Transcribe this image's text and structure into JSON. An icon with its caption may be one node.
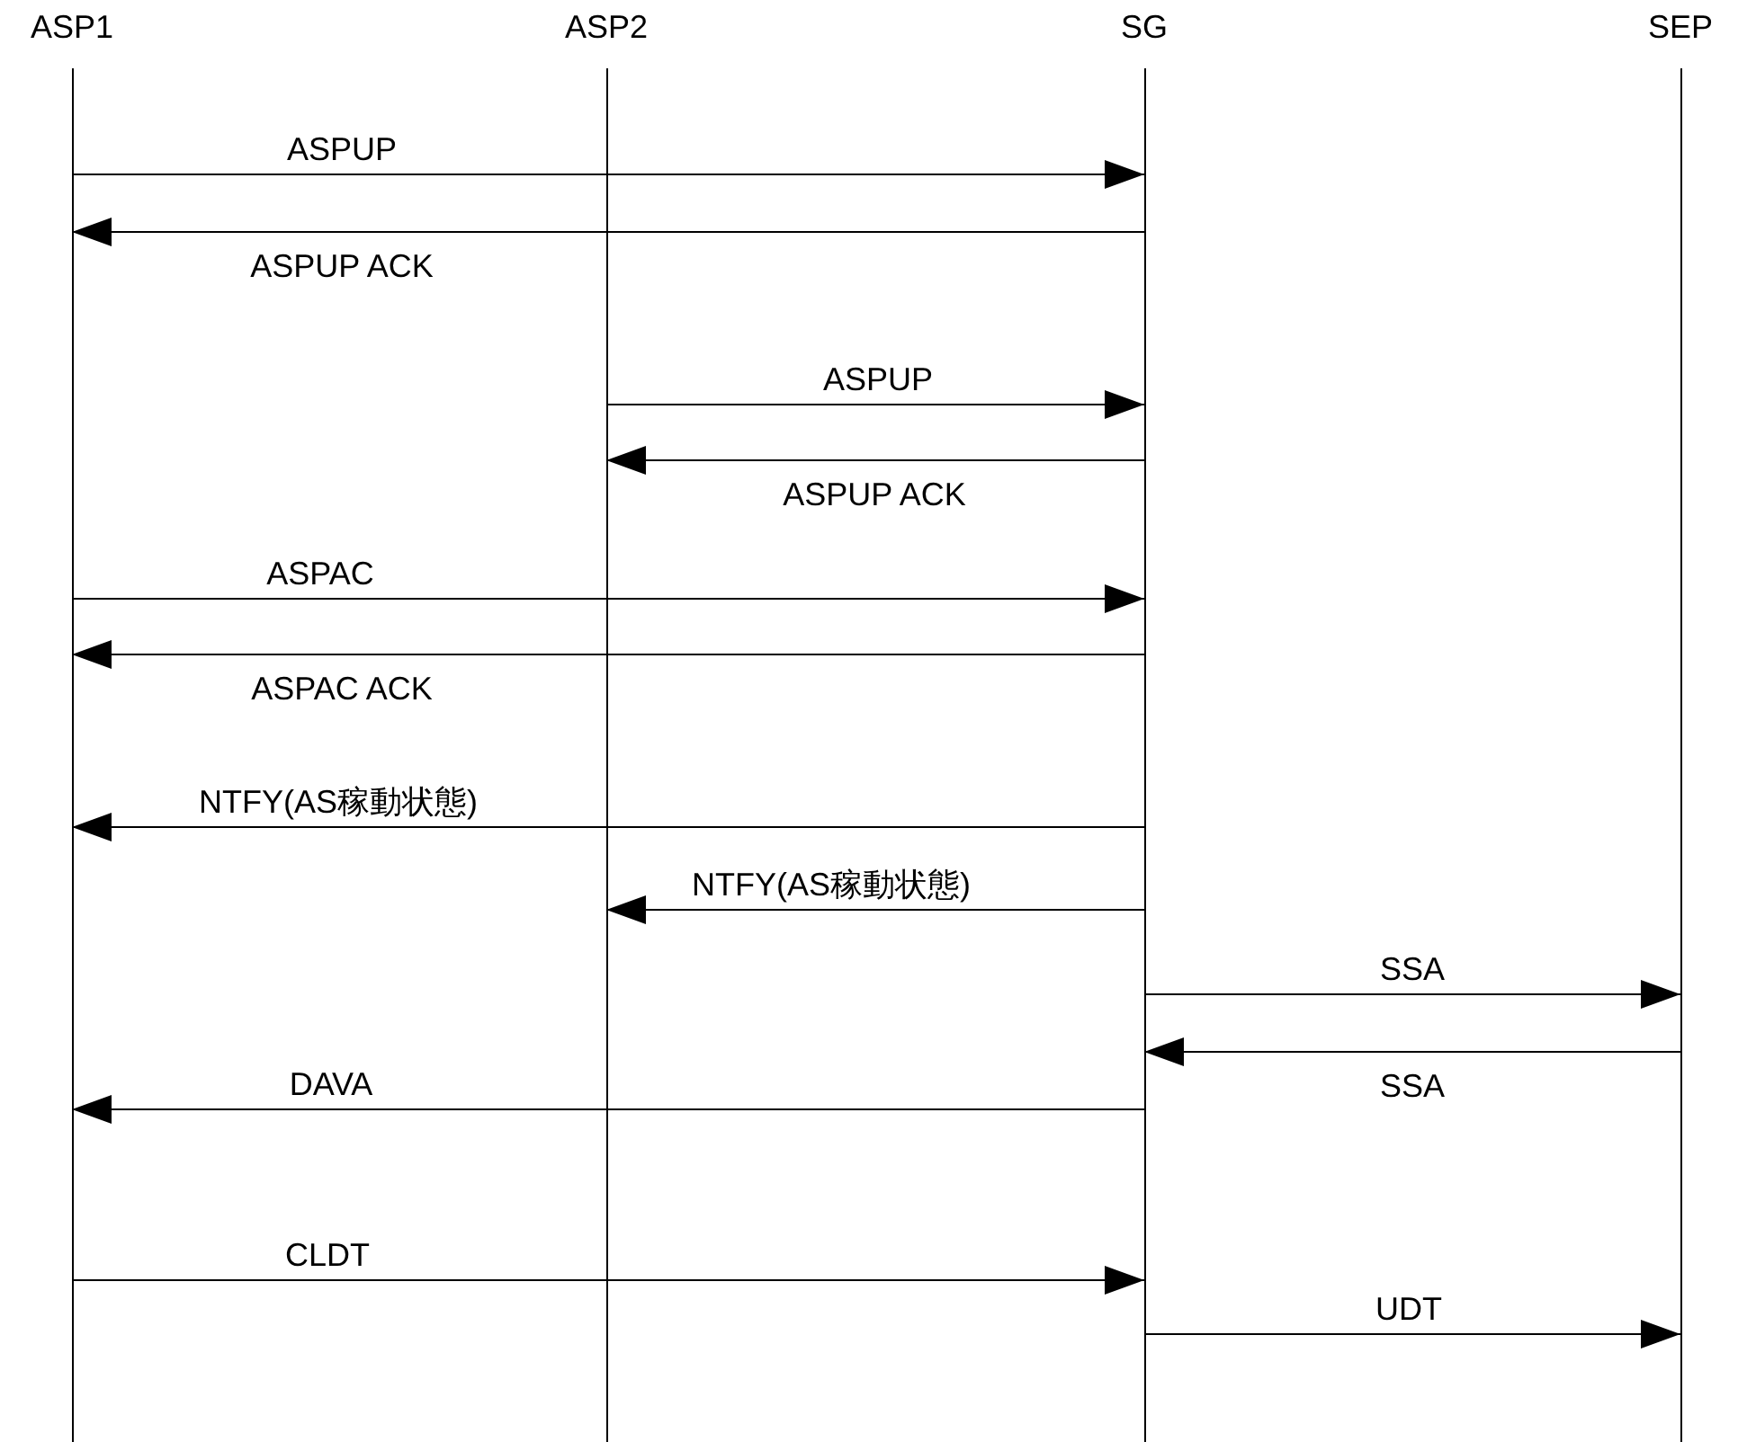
{
  "diagram": {
    "nodes": [
      {
        "text": [
          "ASP1"
        ]
      },
      {
        "text": [
          "ASP2"
        ]
      },
      {
        "text": [
          "SG"
        ]
      },
      {
        "text": [
          "SEP"
        ]
      }
    ],
    "edges": [
      {
        "from": 0,
        "to": 2,
        "arrow": "to",
        "label": "ASPUP"
      },
      {
        "from": 2,
        "to": 0,
        "arrow": "to",
        "label": "ASPUP ACK"
      },
      {
        "from": 1,
        "to": 2,
        "arrow": "to",
        "label": "ASPUP"
      },
      {
        "from": 2,
        "to": 1,
        "arrow": "to",
        "label": "ASPUP ACK"
      },
      {
        "from": 0,
        "to": 2,
        "arrow": "to",
        "label": "ASPAC"
      },
      {
        "from": 2,
        "to": 0,
        "arrow": "to",
        "label": "ASPAC ACK"
      },
      {
        "from": 2,
        "to": 0,
        "arrow": "to",
        "label": "NTFY(AS稼動状態)"
      },
      {
        "from": 2,
        "to": 1,
        "arrow": "to",
        "label": "NTFY(AS稼動状態)"
      },
      {
        "from": 2,
        "to": 3,
        "arrow": "to",
        "label": "SSA"
      },
      {
        "from": 3,
        "to": 2,
        "arrow": "to",
        "label": "SSA"
      },
      {
        "from": 2,
        "to": 0,
        "arrow": "to",
        "label": "DAVA"
      },
      {
        "from": 0,
        "to": 2,
        "arrow": "to",
        "label": "CLDT"
      },
      {
        "from": 2,
        "to": 3,
        "arrow": "to",
        "label": "UDT"
      }
    ]
  }
}
